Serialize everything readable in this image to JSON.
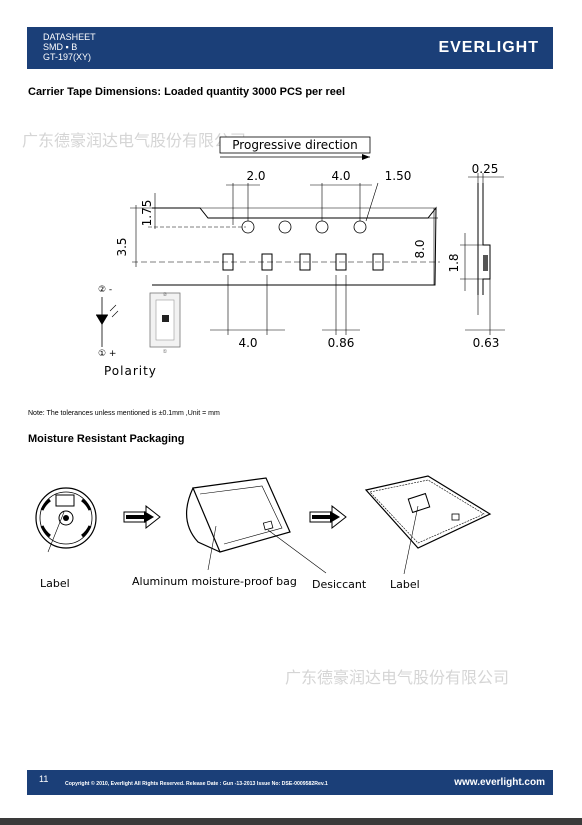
{
  "header": {
    "line1": "DATASHEET",
    "line2": "SMD ▪ B",
    "line3": "GT-197(XY)",
    "logo": "EVERLIGHT"
  },
  "tape_section": {
    "title": "Carrier Tape Dimensions: Loaded quantity 3000 PCS per reel",
    "progressive_direction": "Progressive direction",
    "dims": {
      "d_2_0": "2.0",
      "d_4_0_top": "4.0",
      "d_1_50": "1.50",
      "d_0_25": "0.25",
      "d_1_75": "1.75",
      "d_3_5": "3.5",
      "d_8_0": "8.0",
      "d_1_8": "1.8",
      "d_4_0_bottom": "4.0",
      "d_0_86": "0.86",
      "d_0_63": "0.63"
    },
    "polarity": "Polarity",
    "pin2": "② -",
    "pin1": "① +",
    "note": "Note: The tolerances unless mentioned is  ±0.1mm ,Unit = mm"
  },
  "packaging_section": {
    "title": "Moisture Resistant Packaging",
    "label_left": "Label",
    "label_bag": "Aluminum  moisture-proof  bag",
    "label_desiccant": "Desiccant",
    "label_right": "Label"
  },
  "watermark": {
    "text": "广东德豪润达电气股份有限公司"
  },
  "footer": {
    "page": "11",
    "copyright": "Copyright © 2010, Everlight All Rights Reserved. Release Date : Gun -13-2013 Issue No: DSE-0009582Rev.1",
    "website": "www.everlight.com"
  },
  "colors": {
    "header_bg": "#1b3f78",
    "watermark": "#d5d5d5"
  }
}
